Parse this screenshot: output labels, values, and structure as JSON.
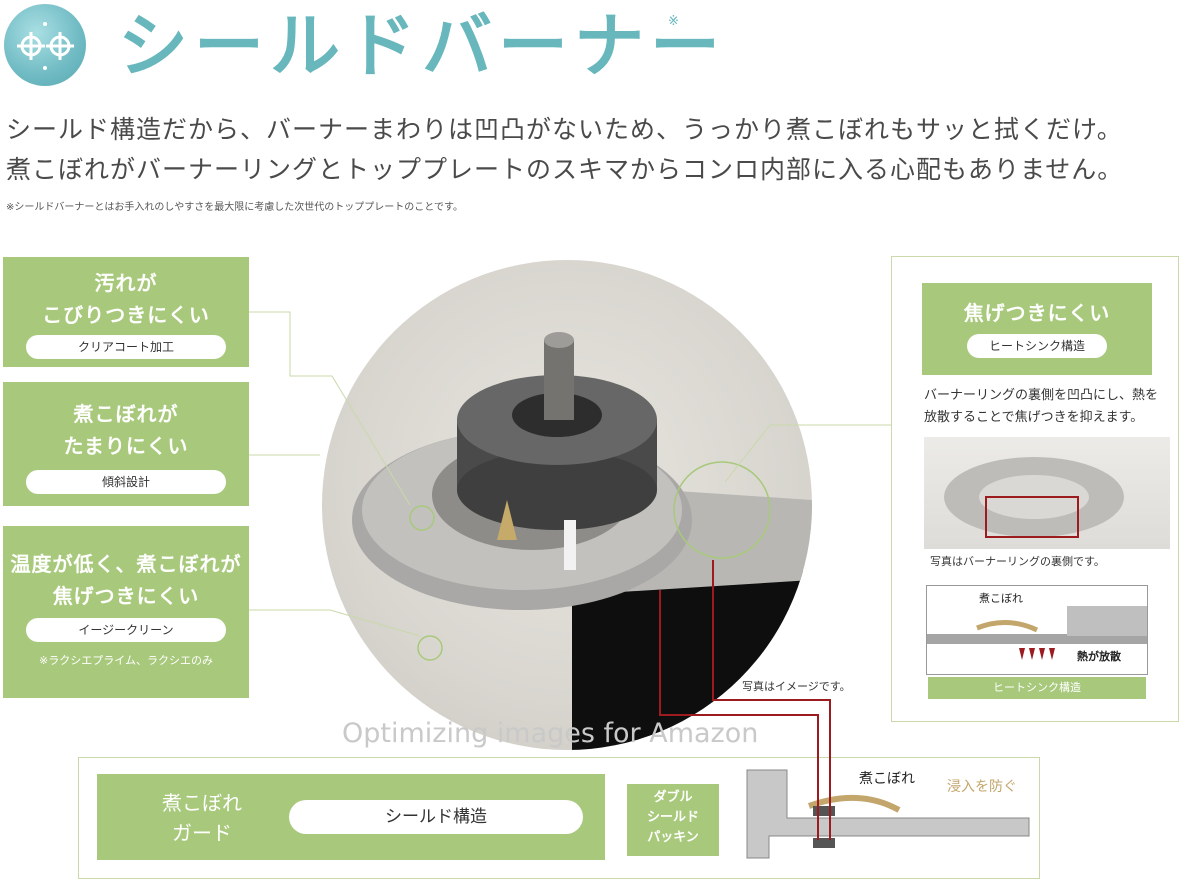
{
  "header": {
    "title": "シールドバーナー",
    "title_mark": "※",
    "desc_line1": "シールド構造だから、バーナーまわりは凹凸がないため、うっかり煮こぼれもサッと拭くだけ。",
    "desc_line2": "煮こぼれがバーナーリングとトッププレートのスキマからコンロ内部に入る心配もありません。",
    "note": "※シールドバーナーとはお手入れのしやすさを最大限に考慮した次世代のトッププレートのことです。",
    "logo_icon": "snowflake-sparkle-icon"
  },
  "features": [
    {
      "line1": "汚れが",
      "line2": "こびりつきにくい",
      "pill": "クリアコート加工",
      "sub": ""
    },
    {
      "line1": "煮こぼれが",
      "line2": "たまりにくい",
      "pill": "傾斜設計",
      "sub": ""
    },
    {
      "line1": "温度が低く、煮こぼれが",
      "line2": "焦げつきにくい",
      "pill": "イージークリーン",
      "sub": "※ラクシエプライム、ラクシエのみ"
    }
  ],
  "right_panel": {
    "head": "焦げつきにくい",
    "pill": "ヒートシンク構造",
    "text": "バーナーリングの裏側を凹凸にし、熱を放散することで焦げつきを抑えます。",
    "photo_caption": "写真はバーナーリングの裏側です。",
    "diagram_label_spill": "煮こぼれ",
    "diagram_label_heat": "熱が放散",
    "bar_label": "ヒートシンク構造"
  },
  "scene": {
    "caption": "写真はイメージです。",
    "watermark": "Optimizing images for Amazon"
  },
  "bottom": {
    "label_line1": "煮こぼれ",
    "label_line2": "ガード",
    "pill": "シールド構造",
    "double_line1": "ダブル",
    "double_line2": "シールド",
    "double_line3": "パッキン",
    "spill": "煮こぼれ",
    "prevent": "浸入を防ぐ"
  },
  "colors": {
    "accent_teal": "#67b7bd",
    "green": "#a8c97c",
    "red": "#9b1b1e"
  }
}
